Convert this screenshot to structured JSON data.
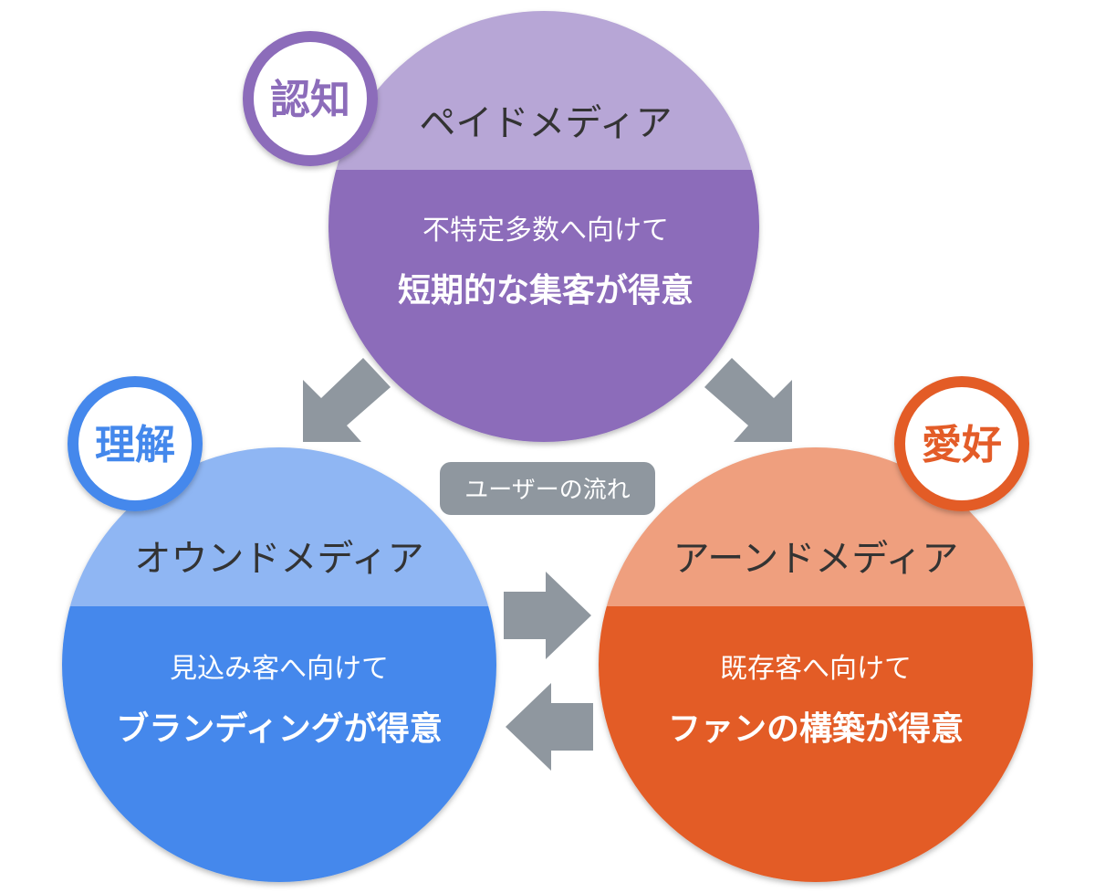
{
  "colors": {
    "purple_dark": "#8c6cba",
    "purple_light": "#b7a6d6",
    "blue_dark": "#4488ec",
    "blue_light": "#8fb6f3",
    "orange_dark": "#e35c28",
    "orange_light": "#ef9f7e",
    "arrow": "#8f979f",
    "title_text": "#333333"
  },
  "paid": {
    "badge": "認知",
    "title": "ペイドメディア",
    "line1": "不特定多数へ向けて",
    "line2": "短期的な集客が得意"
  },
  "owned": {
    "badge": "理解",
    "title": "オウンドメディア",
    "line1": "見込み客へ向けて",
    "line2": "ブランディングが得意"
  },
  "earned": {
    "badge": "愛好",
    "title": "アーンドメディア",
    "line1": "既存客へ向けて",
    "line2": "ファンの構築が得意"
  },
  "flow_label": "ユーザーの流れ"
}
